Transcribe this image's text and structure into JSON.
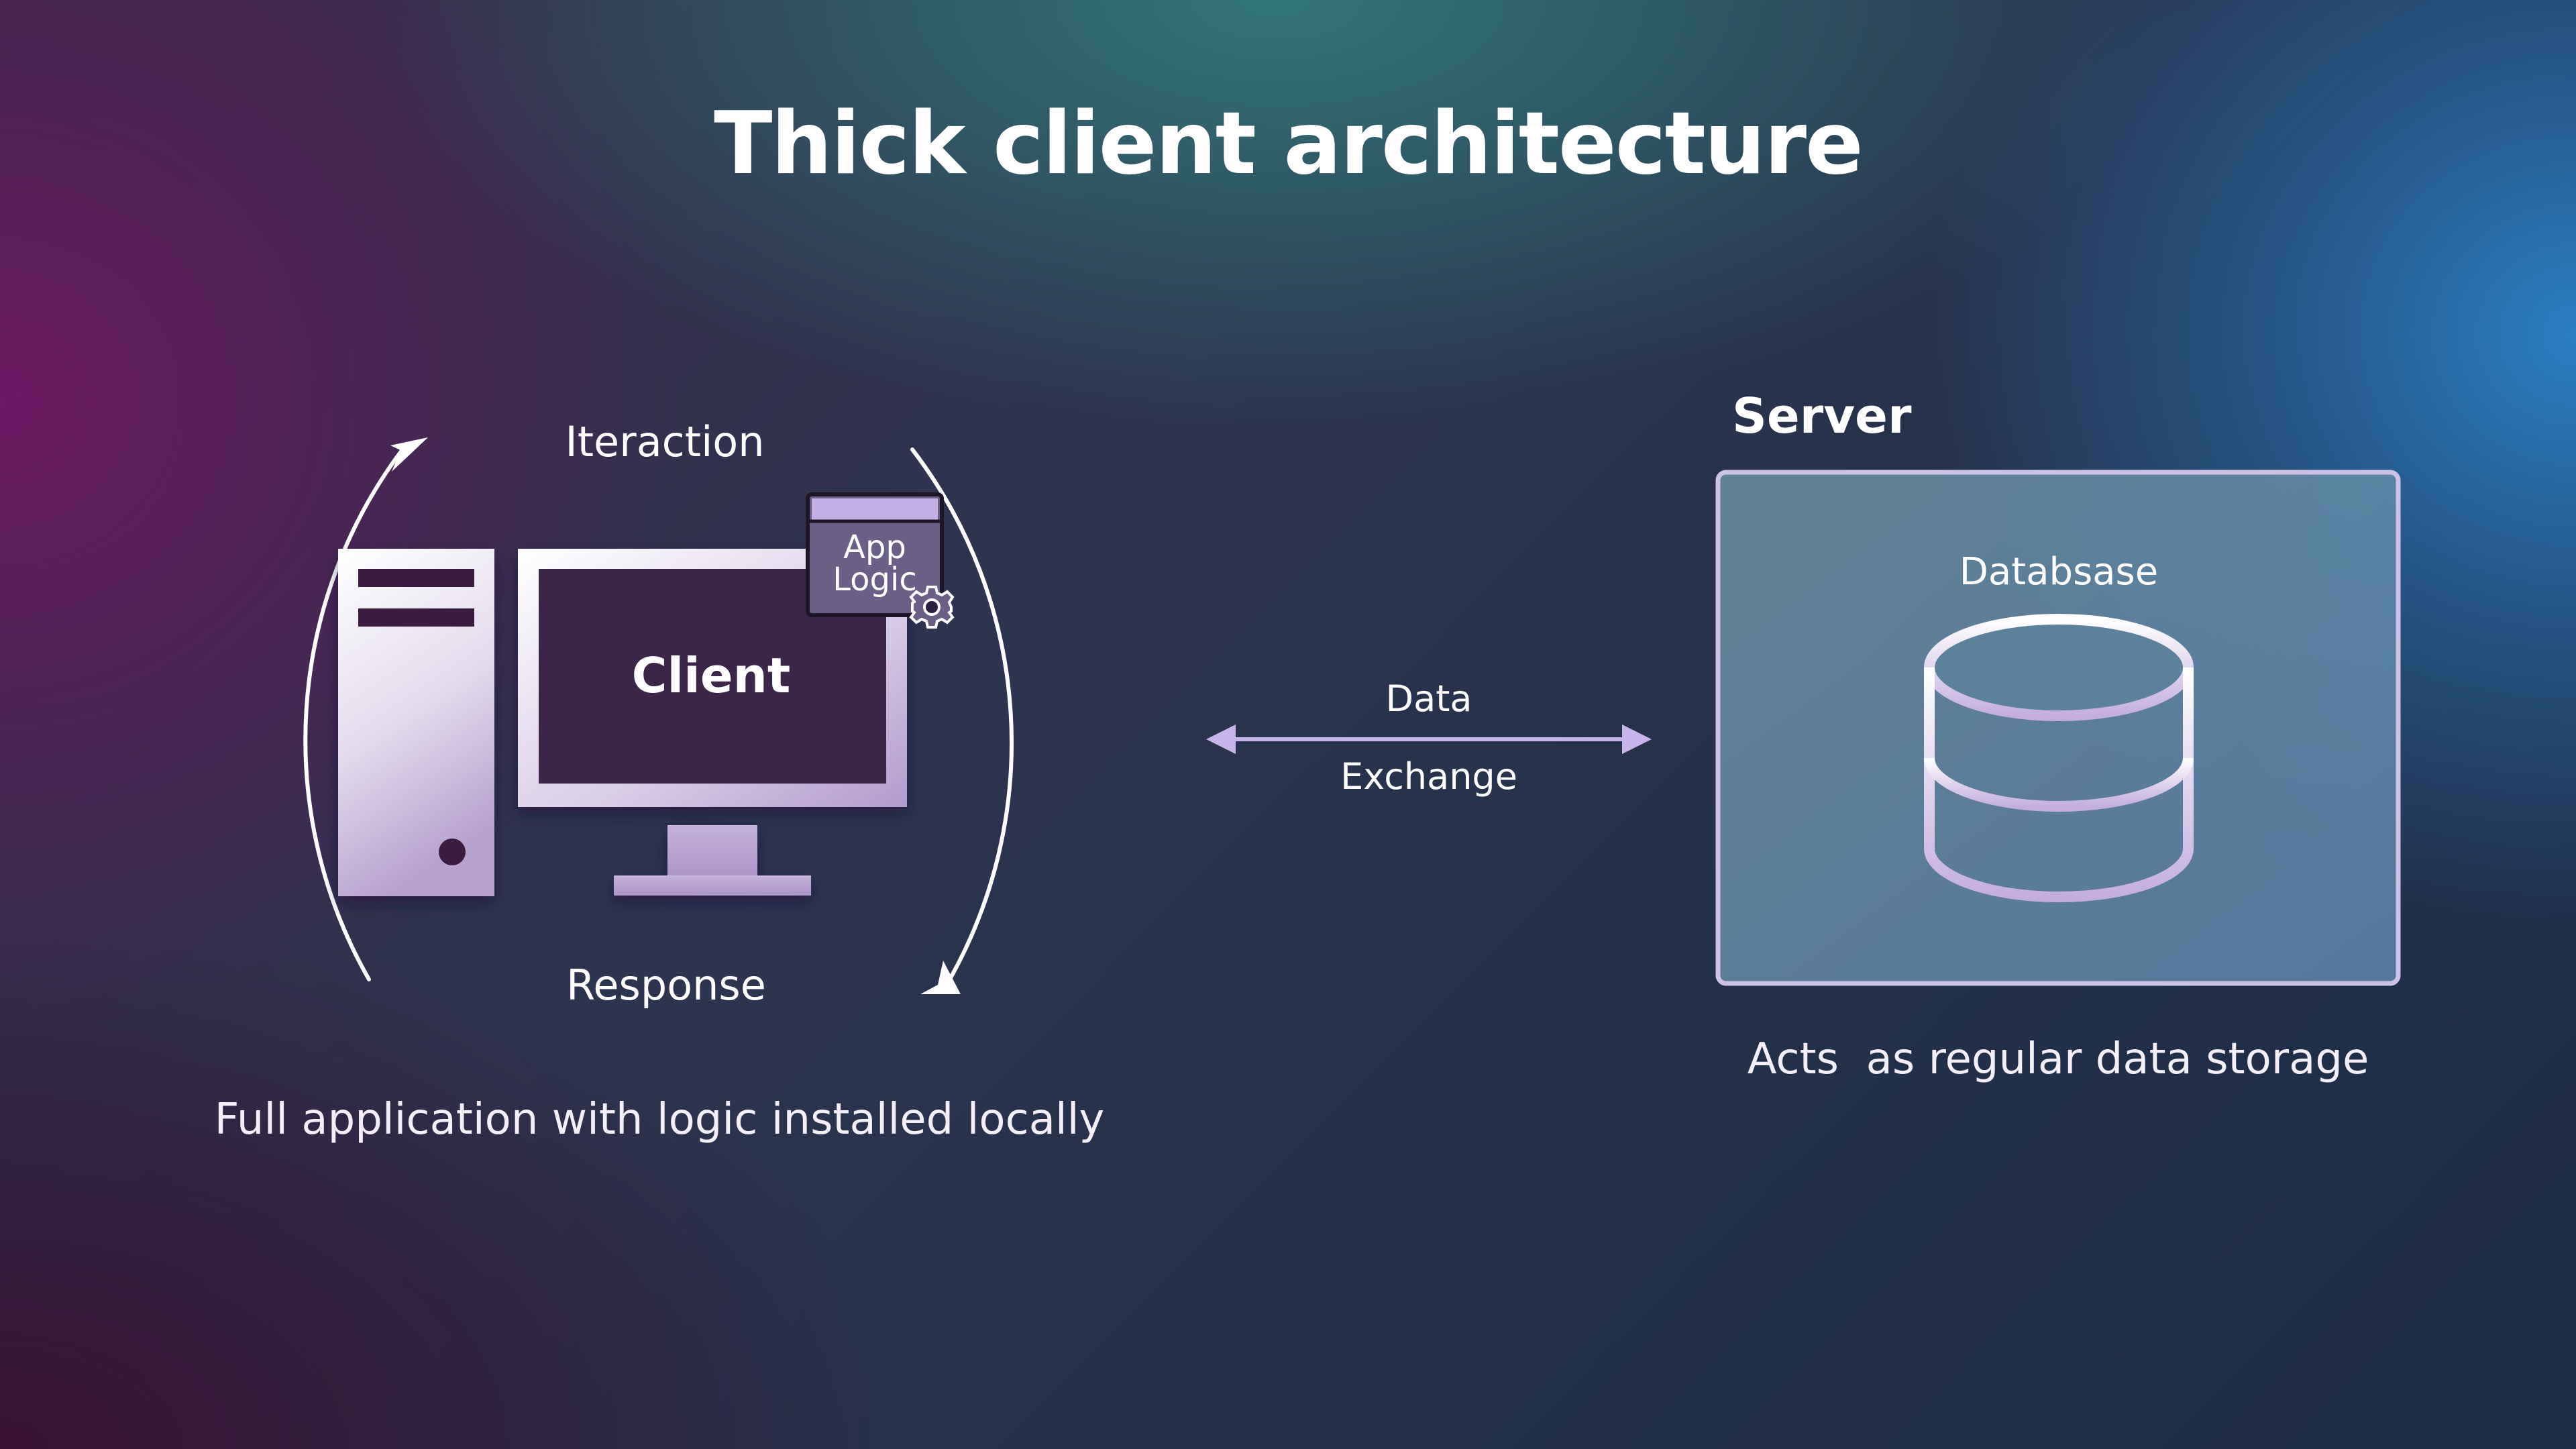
{
  "title": "Thick client architecture",
  "client": {
    "top_label": "Iteraction",
    "bottom_label": "Response",
    "monitor_label": "Client",
    "app_logic": {
      "line1": "App",
      "line2": "Logic"
    },
    "caption": "Full application with logic installed locally"
  },
  "exchange": {
    "line1": "Data",
    "line2": "Exchange"
  },
  "server": {
    "title": "Server",
    "database_label": "Databsase",
    "caption": "Acts  as regular data storage"
  },
  "colors": {
    "accent_lavender": "#b9a3d9",
    "arrow": "#c7b4ea",
    "server_border": "#c9bde6",
    "server_fill": "#6a93b3"
  },
  "icons": {
    "computer": "desktop-computer-icon",
    "app_window": "app-window-icon",
    "gear": "gear-icon",
    "database": "database-icon"
  }
}
